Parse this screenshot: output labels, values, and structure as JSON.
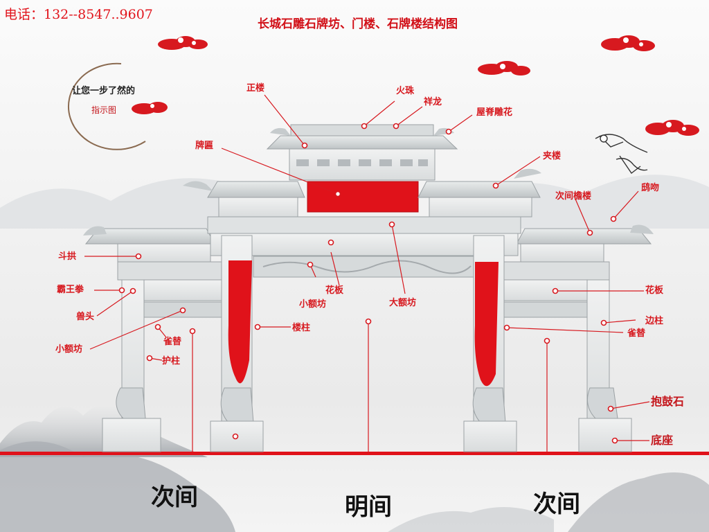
{
  "header": {
    "phone": "电话：132--8547..9607",
    "title": "长城石雕石牌坊、门楼、石牌楼结构图"
  },
  "intro": {
    "line1": "让您一步了然的",
    "line2": "指示图"
  },
  "labels": {
    "zhenglou": "正楼",
    "huozhu": "火珠",
    "xianglong": "祥龙",
    "wujidiaohua": "屋脊雕花",
    "paibian": "牌匾",
    "jialou": "夹楼",
    "ciyan": "次间檐楼",
    "chiwen": "鸱吻",
    "dougong": "斗拱",
    "bawangquan": "霸王拳",
    "shoutou": "兽头",
    "xiaoefang_left": "小额坊",
    "queti_left": "雀替",
    "huzhu": "护柱",
    "huaban_center": "花板",
    "xiaoefang_center": "小额坊",
    "daefang": "大额坊",
    "louzhu": "楼柱",
    "huaban_right": "花板",
    "bianzhu": "边柱",
    "queti_right": "雀替",
    "baogushi": "抱鼓石",
    "dizuo": "底座"
  },
  "spans": {
    "left": "次间",
    "center": "明间",
    "right": "次间"
  },
  "colors": {
    "accent": "#d7191f",
    "stone": "#e6e8e9",
    "ribbon": "#e0121a"
  }
}
